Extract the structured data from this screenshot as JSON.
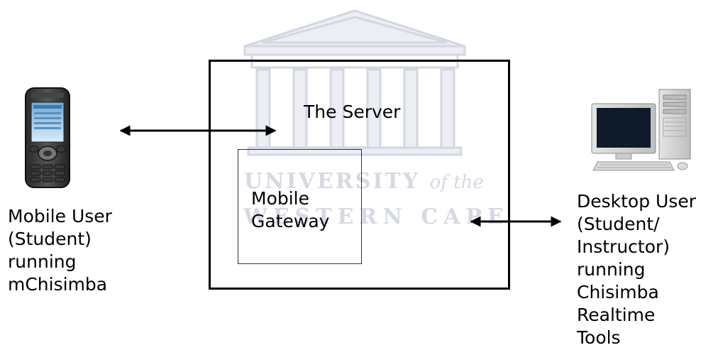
{
  "watermark": {
    "line1": "UNIVERSITY",
    "line1_suffix": "of the",
    "line2": "WESTERN CAPE"
  },
  "server": {
    "title": "The Server"
  },
  "gateway": {
    "label": "Mobile\nGateway"
  },
  "mobile_user": {
    "label": "Mobile User\n(Student)\nrunning\nmChisimba"
  },
  "desktop_user": {
    "label": "Desktop User\n(Student/\nInstructor)\nrunning\nChisimba\nRealtime\nTools"
  },
  "connections": [
    {
      "from": "mobile_user",
      "to": "server",
      "direction": "bidirectional"
    },
    {
      "from": "server",
      "to": "desktop_user",
      "direction": "bidirectional"
    }
  ],
  "icons": [
    "mobile-phone-icon",
    "desktop-computer-icon",
    "university-building-icon"
  ]
}
